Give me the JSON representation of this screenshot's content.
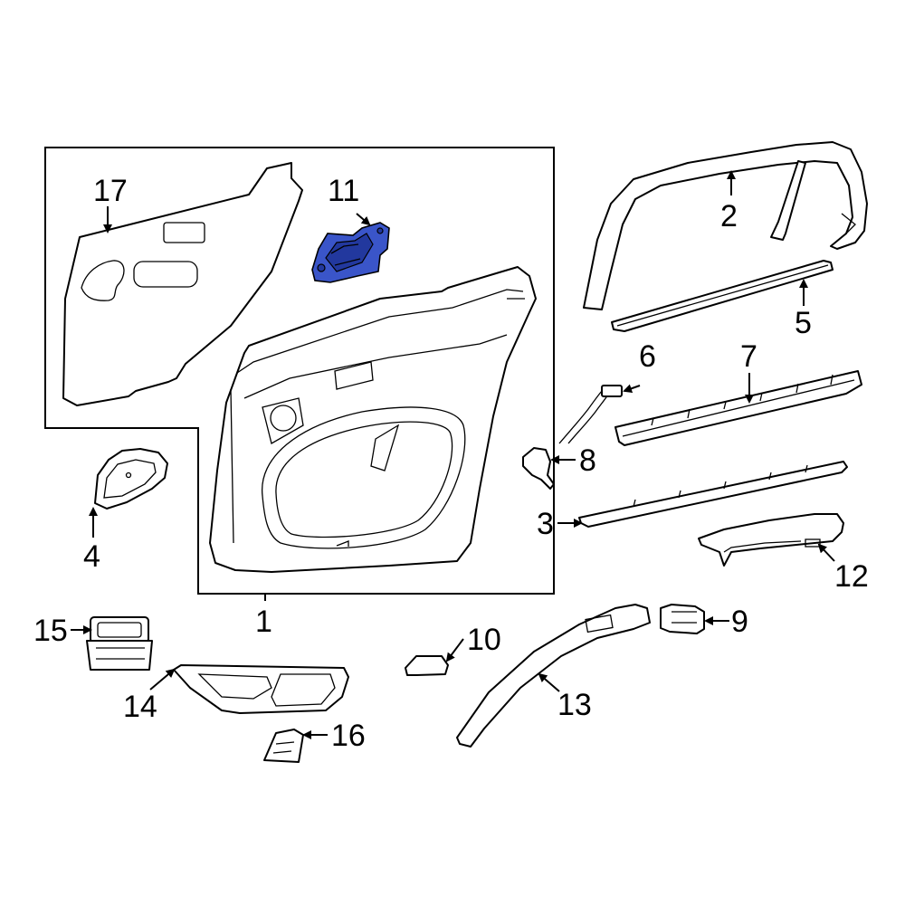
{
  "colors": {
    "highlight": "#3a55c9",
    "line": "#000000",
    "background": "#ffffff"
  },
  "callouts": [
    {
      "id": "1",
      "text": "1"
    },
    {
      "id": "2",
      "text": "2"
    },
    {
      "id": "3",
      "text": "3"
    },
    {
      "id": "4",
      "text": "4"
    },
    {
      "id": "5",
      "text": "5"
    },
    {
      "id": "6",
      "text": "6"
    },
    {
      "id": "7",
      "text": "7"
    },
    {
      "id": "8",
      "text": "8"
    },
    {
      "id": "9",
      "text": "9"
    },
    {
      "id": "10",
      "text": "10"
    },
    {
      "id": "11",
      "text": "11"
    },
    {
      "id": "12",
      "text": "12"
    },
    {
      "id": "13",
      "text": "13"
    },
    {
      "id": "14",
      "text": "14"
    },
    {
      "id": "15",
      "text": "15"
    },
    {
      "id": "16",
      "text": "16"
    },
    {
      "id": "17",
      "text": "17"
    }
  ],
  "highlighted_part": "11"
}
